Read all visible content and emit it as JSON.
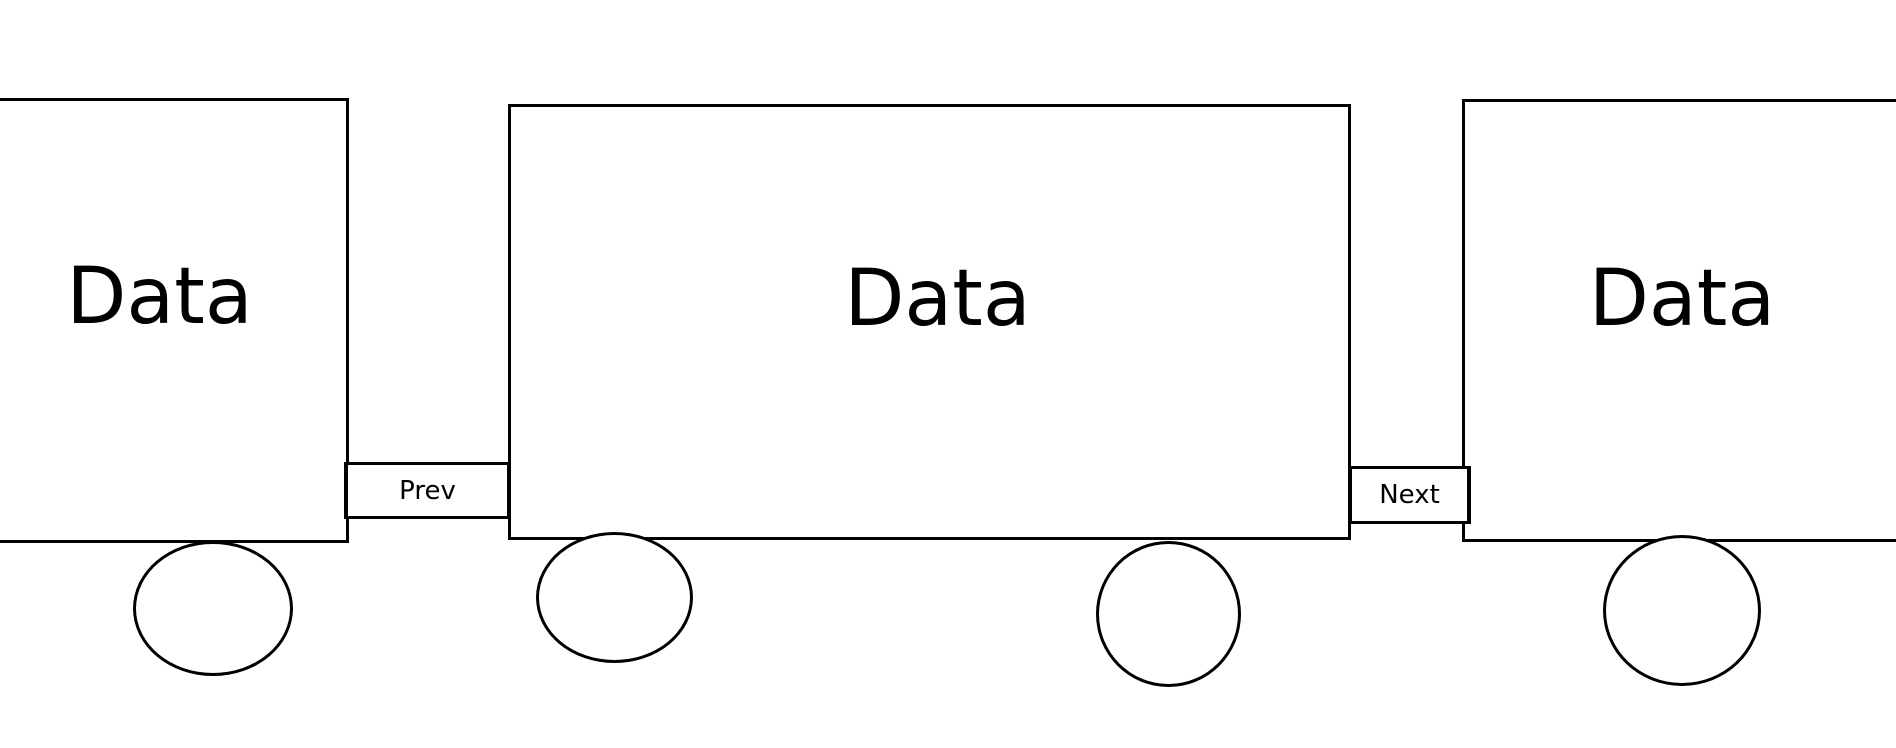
{
  "carousel": {
    "cards": [
      {
        "label": "Data"
      },
      {
        "label": "Data"
      },
      {
        "label": "Data"
      }
    ],
    "prev_label": "Prev",
    "next_label": "Next",
    "indicators": [
      {
        "icon": "circle-icon"
      },
      {
        "icon": "circle-icon"
      },
      {
        "icon": "circle-icon"
      },
      {
        "icon": "circle-icon"
      }
    ]
  }
}
